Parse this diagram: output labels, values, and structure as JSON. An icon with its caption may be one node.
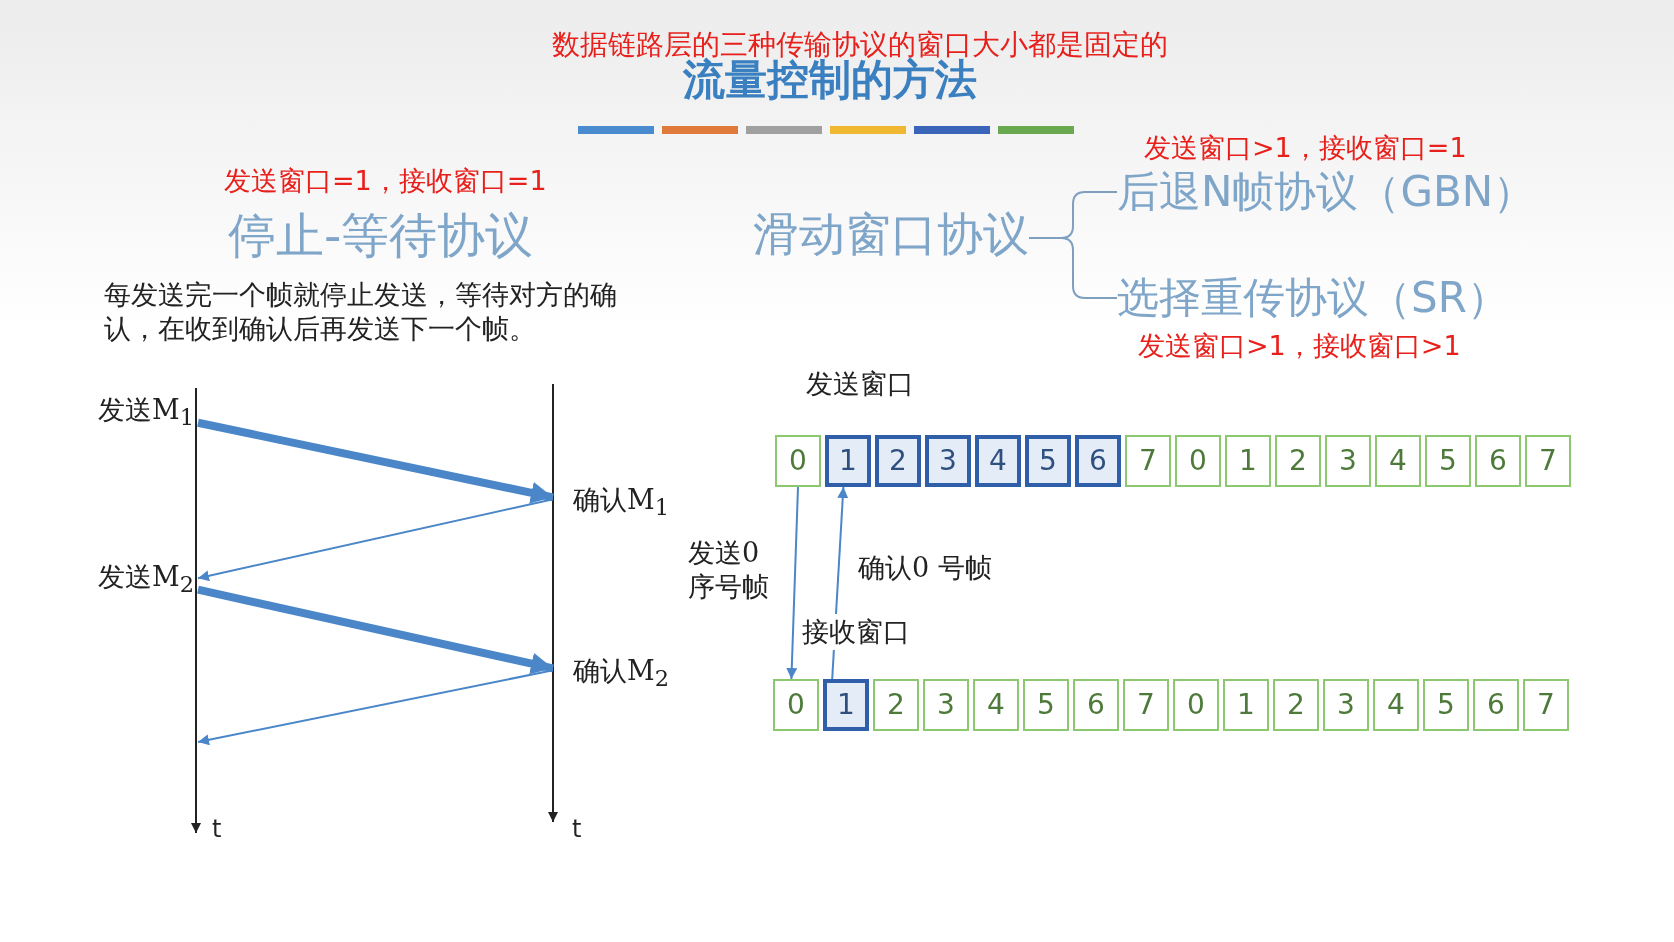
{
  "diagram": {
    "title": "流量控制的方法",
    "nodes": [
      {
        "text": [
          "滑动窗口协议"
        ]
      },
      {
        "text": [
          "后退N帧协议（GBN）"
        ],
        "beside": [
          "发送窗口>1，接收窗口=1"
        ]
      },
      {
        "text": [
          "选择重传协议（SR）"
        ],
        "beside": [
          "发送窗口>1，接收窗口>1"
        ]
      },
      {
        "text": [
          "发送M$_{1}$"
        ]
      },
      {
        "text": [
          "确认M$_{1}$"
        ]
      },
      {
        "text": [
          "发送M$_{2}$"
        ]
      },
      {
        "text": [
          "确认M$_{2}$"
        ]
      },
      {
        "text": [
          "0"
        ]
      },
      {
        "text": [
          "1"
        ]
      },
      {
        "text": [
          "2"
        ]
      },
      {
        "text": [
          "3"
        ]
      },
      {
        "text": [
          "4"
        ]
      },
      {
        "text": [
          "5"
        ]
      },
      {
        "text": [
          "6"
        ]
      },
      {
        "text": [
          "7"
        ]
      },
      {
        "text": [
          "0"
        ]
      },
      {
        "text": [
          "1"
        ]
      },
      {
        "text": [
          "2"
        ]
      },
      {
        "text": [
          "3"
        ]
      },
      {
        "text": [
          "4"
        ]
      },
      {
        "text": [
          "5"
        ]
      },
      {
        "text": [
          "6"
        ]
      },
      {
        "text": [
          "7"
        ]
      },
      {
        "text": [
          "0"
        ]
      },
      {
        "text": [
          "1"
        ]
      },
      {
        "text": [
          "2"
        ]
      },
      {
        "text": [
          "3"
        ]
      },
      {
        "text": [
          "4"
        ]
      },
      {
        "text": [
          "5"
        ]
      },
      {
        "text": [
          "6"
        ]
      },
      {
        "text": [
          "7"
        ]
      },
      {
        "text": [
          "0"
        ]
      },
      {
        "text": [
          "1"
        ]
      },
      {
        "text": [
          "2"
        ]
      },
      {
        "text": [
          "3"
        ]
      },
      {
        "text": [
          "4"
        ]
      },
      {
        "text": [
          "5"
        ]
      },
      {
        "text": [
          "6"
        ]
      },
      {
        "text": [
          "7"
        ]
      }
    ],
    "edges": [
      {
        "from": 0,
        "to": 1,
        "arrow": "none"
      },
      {
        "from": 0,
        "to": 2,
        "arrow": "none"
      },
      {
        "from": 3,
        "to": 4,
        "arrow": "to",
        "style": "thick"
      },
      {
        "from": 4,
        "to": 5,
        "arrow": "to"
      },
      {
        "from": 5,
        "to": 6,
        "arrow": "to",
        "style": "thick"
      },
      {
        "from": 6,
        "to": null,
        "arrow": "to"
      },
      {
        "from": 7,
        "to": 23,
        "arrow": "to",
        "label": "发送0 序号帧"
      },
      {
        "from": 24,
        "to": 8,
        "arrow": "to",
        "label": "确认0 号帧"
      }
    ],
    "labels": [
      "数据链路层的三种传输协议的窗口大小都是固定的",
      "发送窗口=1，接收窗口=1",
      "停止-等待协议",
      "每发送完一个帧就停止发送，等待对方的确认，在收到确认后再发送下一个帧。",
      "t",
      "t",
      "发送窗口",
      "接收窗口"
    ]
  }
}
